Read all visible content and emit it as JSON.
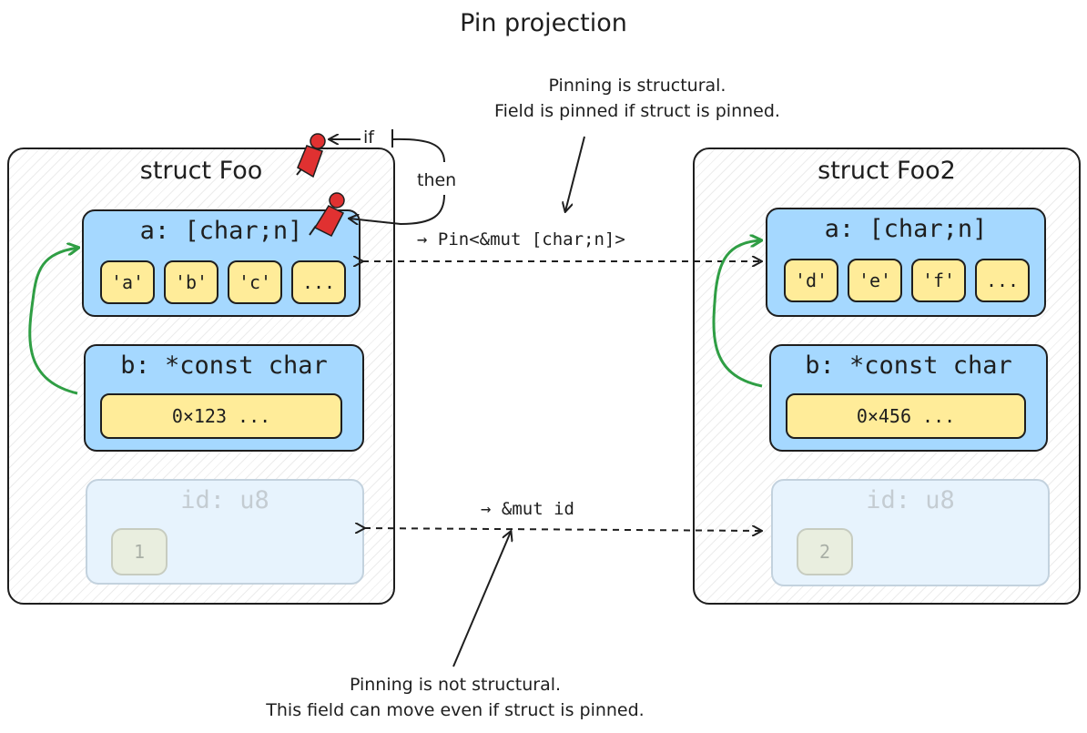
{
  "title": "Pin projection",
  "notes": {
    "structural_line1": "Pinning is structural.",
    "structural_line2": "Field is pinned if struct is pinned.",
    "not_structural_line1": "Pinning is not structural.",
    "not_structural_line2": "This field can move even if struct is pinned."
  },
  "structs": [
    {
      "name": "struct Foo",
      "field_a": {
        "label": "a: [char;n]",
        "cells": [
          "'a'",
          "'b'",
          "'c'",
          "..."
        ]
      },
      "field_b": {
        "label": "b: *const char",
        "value": "0×123 ..."
      },
      "field_id": {
        "label": "id: u8",
        "value": "1"
      }
    },
    {
      "name": "struct Foo2",
      "field_a": {
        "label": "a: [char;n]",
        "cells": [
          "'d'",
          "'e'",
          "'f'",
          "..."
        ]
      },
      "field_b": {
        "label": "b: *const char",
        "value": "0×456 ..."
      },
      "field_id": {
        "label": "id: u8",
        "value": "2"
      }
    }
  ],
  "edges": {
    "pin_projection": "→ Pin<&mut [char;n]>",
    "mut_id": "→ &mut id",
    "if_label": "if",
    "then_label": "then"
  },
  "colors": {
    "field_fill": "#a5d8ff",
    "cell_fill": "#ffec99",
    "pin_red": "#e03131",
    "self_ref_arrow": "#2f9e44",
    "stroke": "#1e1e1e"
  },
  "icons": [
    "pushpin-icon",
    "pushpin-icon"
  ]
}
